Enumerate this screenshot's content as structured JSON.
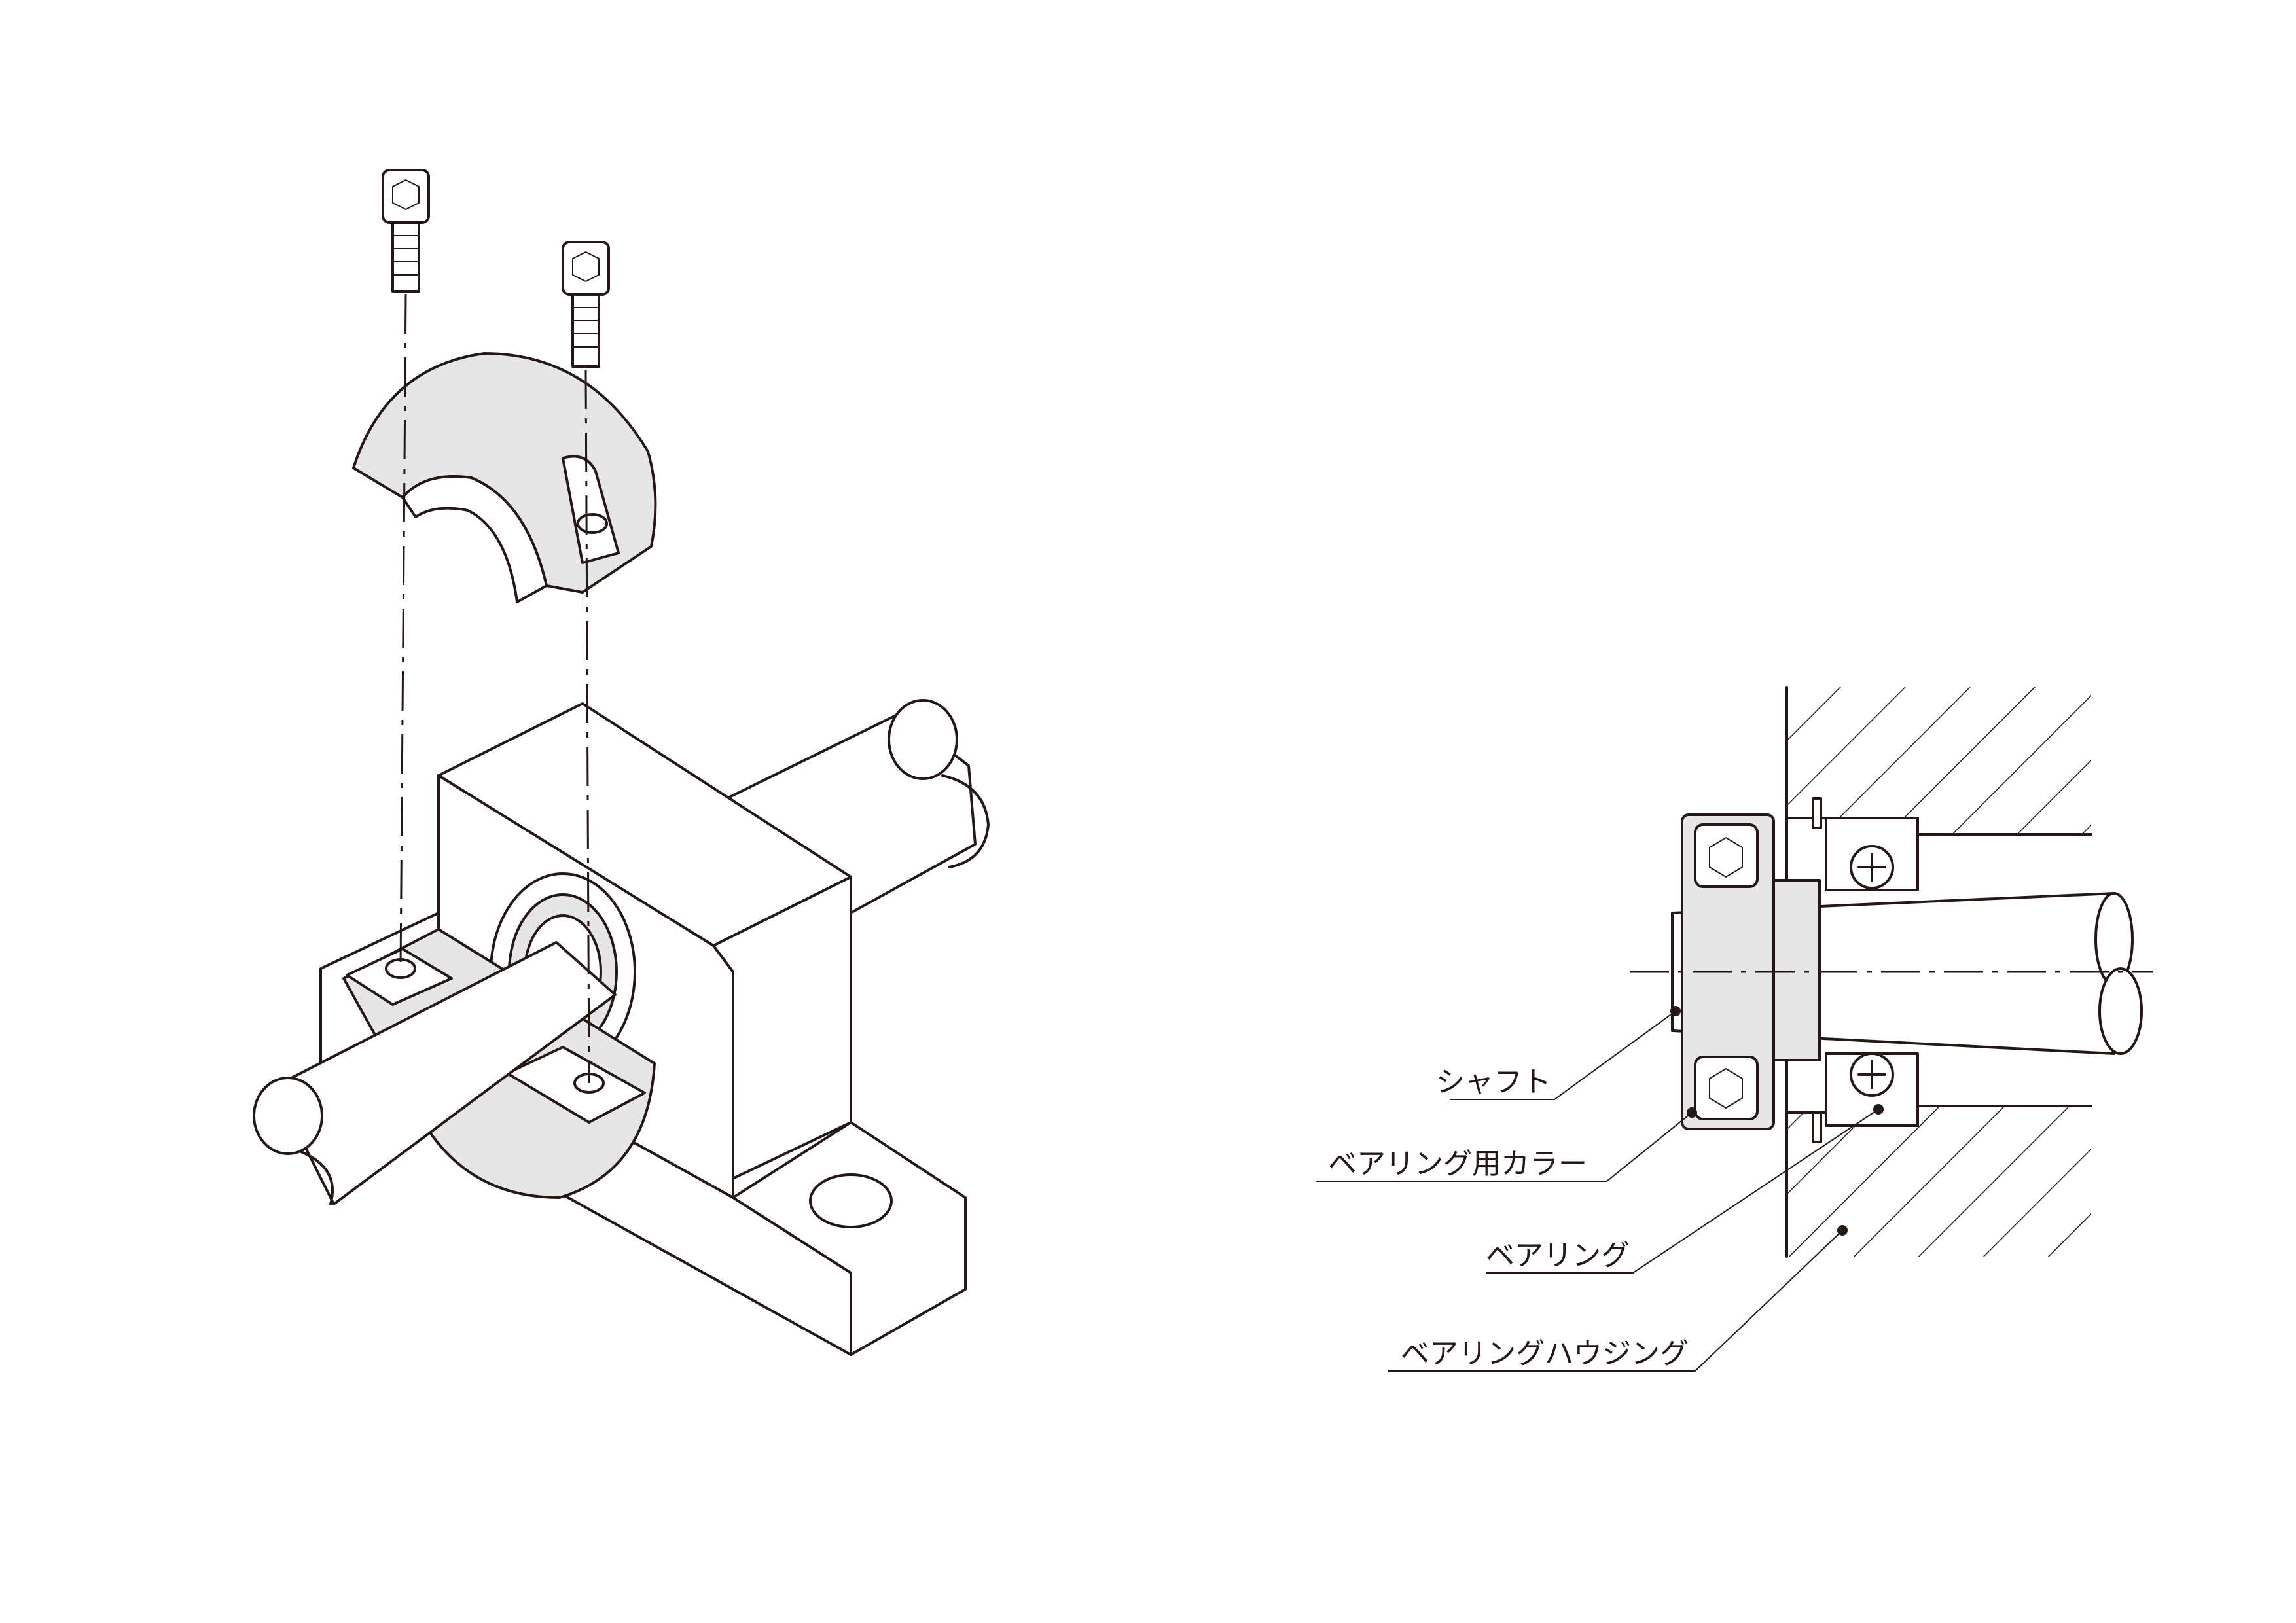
{
  "labels": {
    "shaft": "シャフト",
    "collar": "ベアリング用カラー",
    "bearing": "ベアリング",
    "housing": "ベアリングハウジング"
  }
}
